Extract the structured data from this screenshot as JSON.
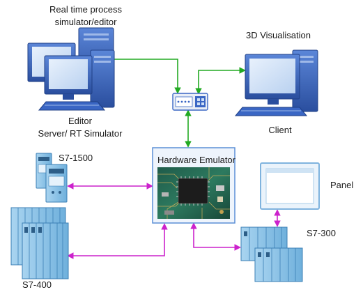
{
  "labels": {
    "simulator_line1": "Real time process",
    "simulator_line2": "simulator/editor",
    "editor_line1": "Editor",
    "editor_line2": "Server/ RT Simulator",
    "visualisation": "3D Visualisation",
    "client": "Client",
    "hardware_emulator": "Hardware Emulator",
    "s7_1500": "S7-1500",
    "s7_400": "S7-400",
    "s7_300": "S7-300",
    "panel": "Panel"
  },
  "colors": {
    "green_link": "#22aa22",
    "magenta_link": "#cc22cc",
    "computer_blue": "#3a66c4",
    "screen_blue": "#cfe0f7",
    "emulator_border": "#5b8fd6",
    "plc_blue": "#8cc4e8",
    "panel_frame": "#7fb3de"
  },
  "icons": {
    "server_computer": "desktop-computers-icon",
    "client_computer": "desktop-computer-icon",
    "switch": "network-switch-icon",
    "emulator": "circuit-board-icon",
    "s7_1500": "plc-module-icon",
    "s7_400": "plc-rack-icon",
    "s7_300": "plc-rack-icon",
    "panel": "hmi-panel-icon"
  }
}
